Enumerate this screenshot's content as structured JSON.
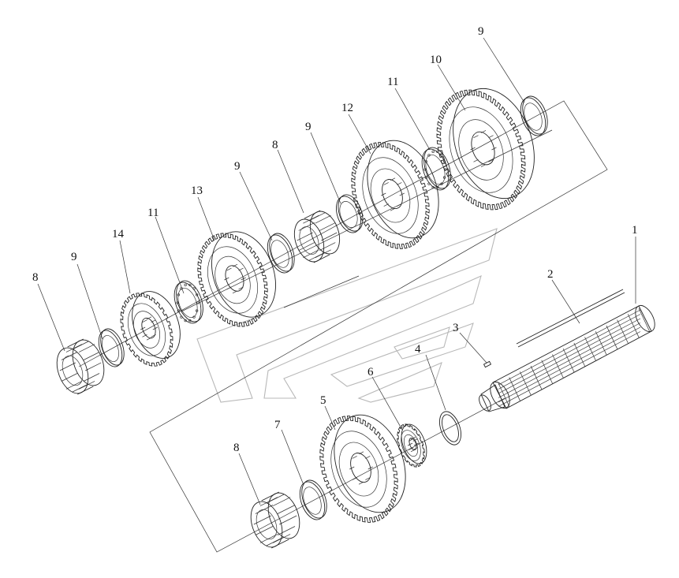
{
  "diagram": {
    "style": {
      "line_color": "#222222",
      "watermark_color": "#b8b8b8",
      "background": "#ffffff"
    },
    "callouts": [
      "1",
      "2",
      "3",
      "4",
      "5",
      "6",
      "7",
      "8",
      "8",
      "8",
      "9",
      "9",
      "9",
      "9",
      "10",
      "11",
      "11",
      "12",
      "13",
      "14"
    ],
    "parts": {
      "p1": "shaft-splined",
      "p2": "pin-rod",
      "p3": "small-pin",
      "p4": "snap-ring",
      "p5": "gear",
      "p6": "spline-washer",
      "p7": "thrust-washer",
      "p8": "needle-bearing",
      "p9": "thrust-washer",
      "p10": "gear-large",
      "p11": "thrust-washer",
      "p12": "gear",
      "p13": "gear",
      "p14": "gear-small"
    }
  }
}
